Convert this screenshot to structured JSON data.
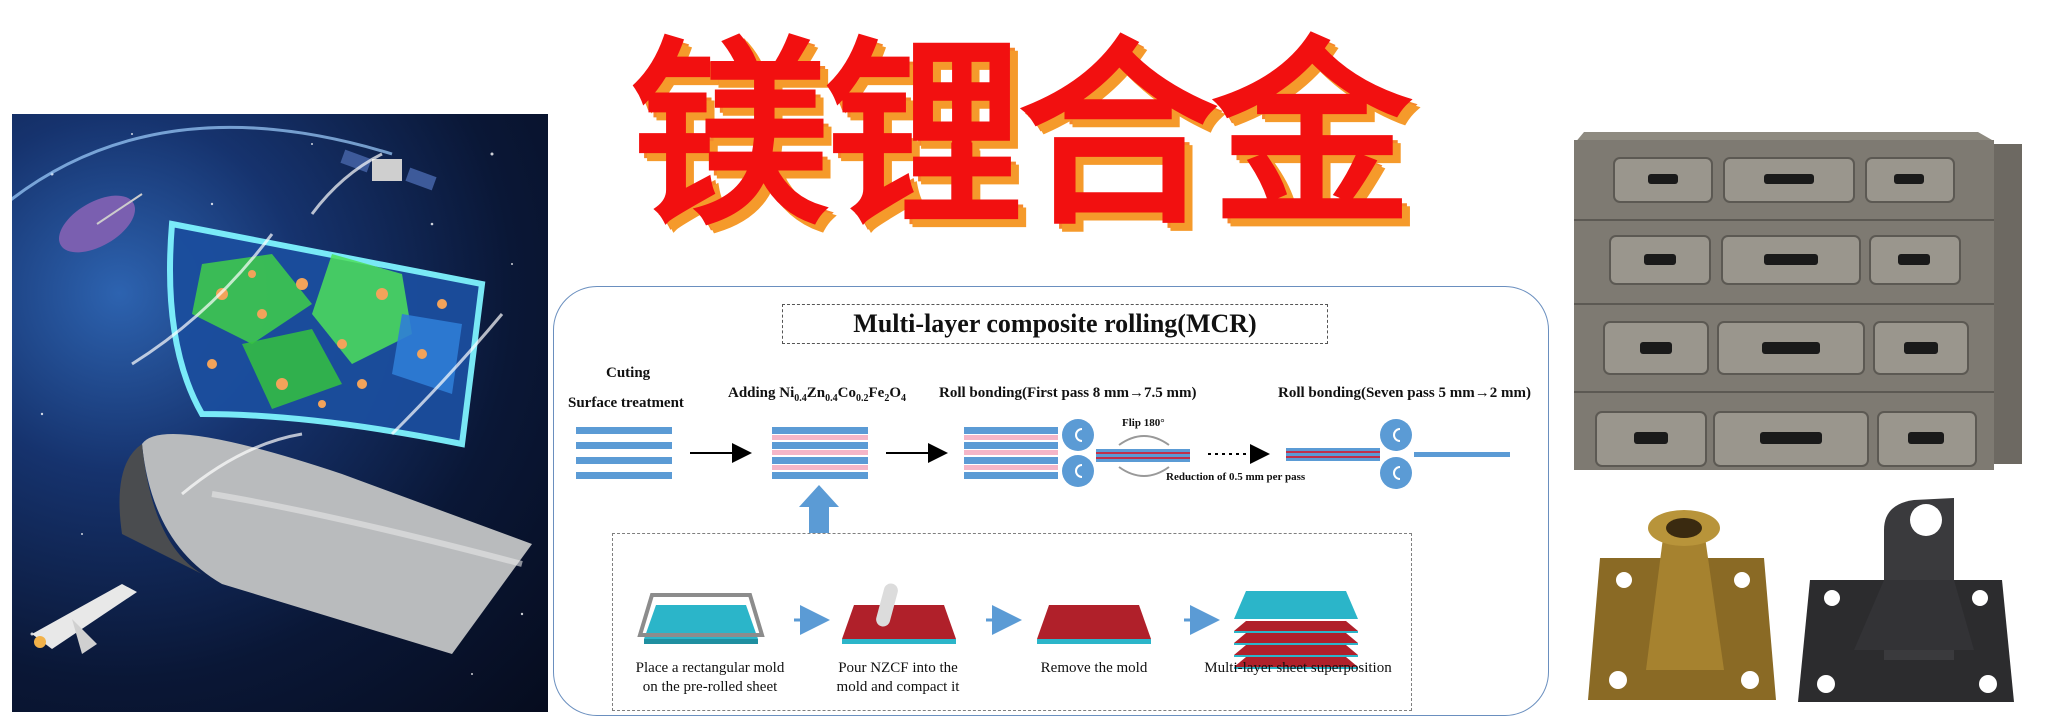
{
  "title": "镁锂合金",
  "diagram": {
    "heading": "Multi-layer composite rolling(MCR)",
    "steps": {
      "cuting": "Cuting",
      "surface_treatment": "Surface treatment",
      "adding_prefix": "Adding Ni",
      "adding_ni_sub": "0.4",
      "adding_zn": "Zn",
      "adding_zn_sub": "0.4",
      "adding_co": "Co",
      "adding_co_sub": "0.2",
      "adding_fe": "Fe",
      "adding_fe_sub": "2",
      "adding_o": "O",
      "adding_o_sub": "4",
      "roll_first": "Roll bonding(First pass 8 mm→7.5 mm)",
      "roll_seven": "Roll bonding(Seven pass 5 mm→2 mm)",
      "flip": "Flip 180°",
      "reduction": "Reduction of 0.5 mm per pass"
    },
    "sub_steps": [
      {
        "line1": "Place a rectangular mold",
        "line2": "on the pre-rolled sheet"
      },
      {
        "line1": "Pour NZCF into the",
        "line2": "mold and compact it"
      },
      {
        "line1": "Remove the mold",
        "line2": ""
      },
      {
        "line1": "Multi-layer sheet superposition",
        "line2": ""
      }
    ]
  },
  "colors": {
    "title_red": "#f21010",
    "title_shadow": "#f59a2b",
    "layer_blue": "#5b9bd5",
    "layer_pink": "#f4b6c8",
    "sheet_cyan": "#2bb5c9",
    "sheet_red": "#b0202a",
    "roller_blue": "#5b9bd5"
  }
}
